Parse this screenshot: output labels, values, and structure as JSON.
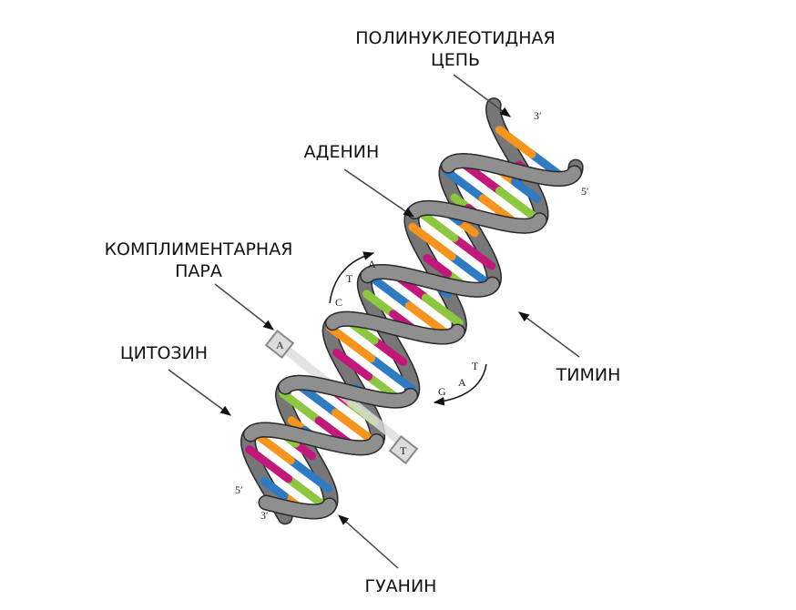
{
  "labels": {
    "polynucleotide_line1": "ПОЛИНУКЛЕОТИДНАЯ",
    "polynucleotide_line2": "ЦЕПЬ",
    "adenine": "АДЕНИН",
    "complementary_line1": "КОМПЛИМЕНТАРНАЯ",
    "complementary_line2": "ПАРА",
    "cytosine": "ЦИТОЗИН",
    "thymine": "ТИМИН",
    "guanine": "ГУАНИН"
  },
  "ends": {
    "top_3": "3′",
    "top_5": "5′",
    "bottom_5": "5′",
    "bottom_3": "3′"
  },
  "pair_box": {
    "left": "A",
    "right": "T"
  },
  "upper_sequence": [
    "C",
    "T",
    "A"
  ],
  "lower_sequence": [
    "T",
    "A",
    "G"
  ],
  "colors": {
    "adenine": "#c2187a",
    "thymine": "#8dc63f",
    "cytosine": "#2e7bc4",
    "guanine": "#f7941d",
    "backbone": "#8c8c8c"
  }
}
